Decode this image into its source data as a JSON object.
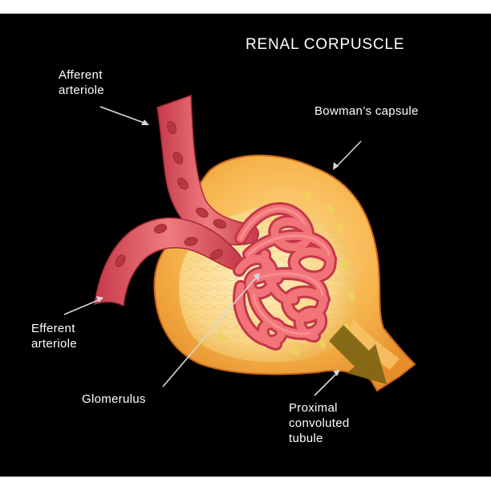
{
  "title": "RENAL CORPUSCLE",
  "labels": {
    "afferent_arteriole": "Afferent\narteriole",
    "bowmans_capsule": "Bowman’s capsule",
    "efferent_arteriole": "Efferent\narteriole",
    "glomerulus": "Glomerulus",
    "proximal_tubule": "Proximal\nconvoluted\ntubule"
  },
  "colors": {
    "background": "#000000",
    "vessel": "#d9535b",
    "blood_cell": "#b93a40",
    "capsule": "#f4b24a",
    "flow_arrow": "#7d6412",
    "text": "#ffffff"
  },
  "icons": {
    "flow_direction": "arrow-down-right-icon"
  }
}
